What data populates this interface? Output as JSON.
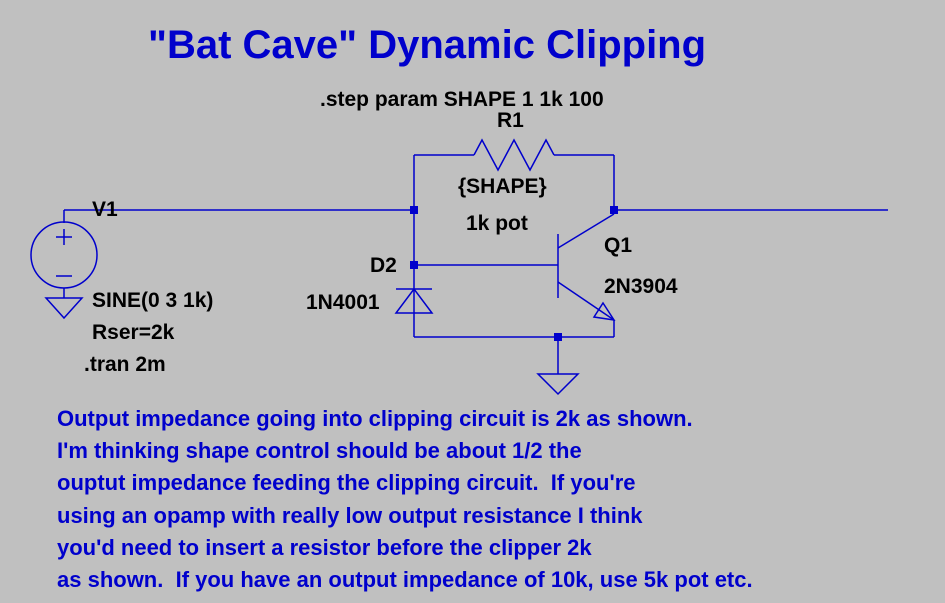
{
  "title": "\"Bat Cave\" Dynamic Clipping",
  "directive_step": ".step param SHAPE 1 1k 100",
  "components": {
    "r1": {
      "ref": "R1",
      "value": "{SHAPE}",
      "note": "1k pot"
    },
    "v1": {
      "ref": "V1",
      "value": "SINE(0 3 1k)",
      "param": "Rser=2k",
      "directive": ".tran 2m"
    },
    "d2": {
      "ref": "D2",
      "model": "1N4001"
    },
    "q1": {
      "ref": "Q1",
      "model": "2N3904"
    }
  },
  "notes": [
    "Output impedance going into clipping circuit is 2k as shown.",
    "I'm thinking shape control should be about 1/2 the",
    "ouptut impedance feeding the clipping circuit.  If you're",
    "using an opamp with really low output resistance I think",
    "you'd need to insert a resistor before the clipper 2k",
    "as shown.  If you have an output impedance of 10k, use 5k pot etc."
  ],
  "colors": {
    "background": "#c0c0c0",
    "wire": "#0000cc",
    "label": "#000000",
    "comment": "#0000cc"
  }
}
